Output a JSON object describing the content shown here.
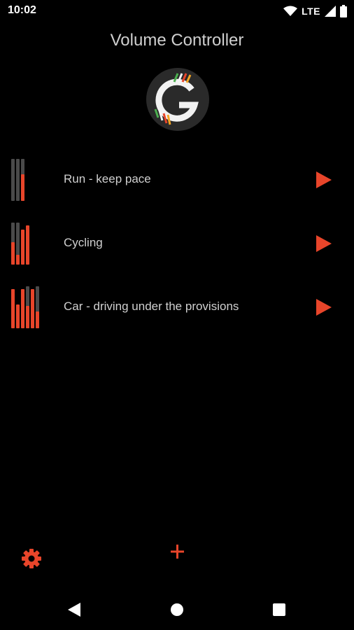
{
  "status_bar": {
    "time": "10:02",
    "network_label": "LTE",
    "icons": [
      "wifi-icon",
      "cell-signal-icon",
      "battery-icon"
    ]
  },
  "app": {
    "title": "Volume Controller",
    "logo_icon": "g-logo-icon"
  },
  "profiles": [
    {
      "label": "Run - keep pace",
      "icon": "volume-bars-icon",
      "action_icon": "play-icon"
    },
    {
      "label": "Cycling",
      "icon": "volume-bars-icon",
      "action_icon": "play-icon"
    },
    {
      "label": "Car - driving under the provisions",
      "icon": "volume-bars-icon",
      "action_icon": "play-icon"
    }
  ],
  "bottom_actions": {
    "settings_icon": "gear-icon",
    "add_icon": "plus-icon"
  },
  "nav_bar": {
    "icons": [
      "back-icon",
      "home-icon",
      "recents-icon"
    ]
  },
  "colors": {
    "accent": "#e8452a",
    "background": "#000000",
    "text": "#d0d0d0",
    "inactive_bar": "#4a4a4a"
  }
}
